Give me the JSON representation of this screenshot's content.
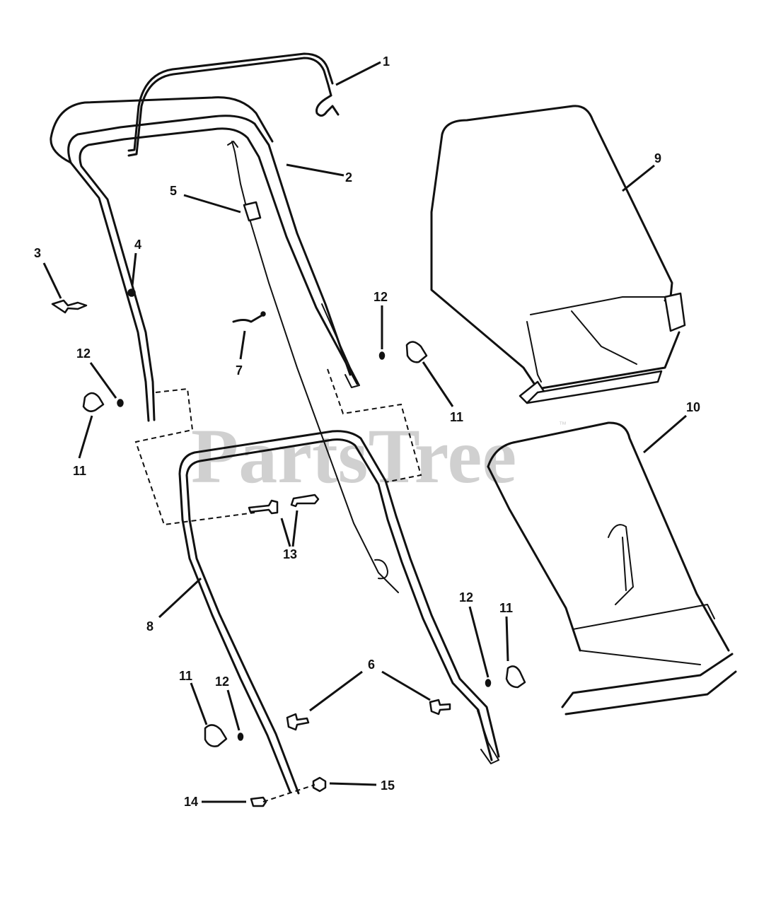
{
  "watermark": {
    "text": "PartsTree",
    "trademark": "™"
  },
  "callouts": [
    {
      "id": "c1",
      "label": "1"
    },
    {
      "id": "c2",
      "label": "2"
    },
    {
      "id": "c3",
      "label": "3"
    },
    {
      "id": "c4",
      "label": "4"
    },
    {
      "id": "c5",
      "label": "5"
    },
    {
      "id": "c6",
      "label": "6"
    },
    {
      "id": "c7",
      "label": "7"
    },
    {
      "id": "c8",
      "label": "8"
    },
    {
      "id": "c9",
      "label": "9"
    },
    {
      "id": "c10",
      "label": "10"
    },
    {
      "id": "c11a",
      "label": "11"
    },
    {
      "id": "c11b",
      "label": "11"
    },
    {
      "id": "c11c",
      "label": "11"
    },
    {
      "id": "c11d",
      "label": "11"
    },
    {
      "id": "c12a",
      "label": "12"
    },
    {
      "id": "c12b",
      "label": "12"
    },
    {
      "id": "c12c",
      "label": "12"
    },
    {
      "id": "c12d",
      "label": "12"
    },
    {
      "id": "c13",
      "label": "13"
    },
    {
      "id": "c14",
      "label": "14"
    },
    {
      "id": "c15",
      "label": "15"
    }
  ]
}
